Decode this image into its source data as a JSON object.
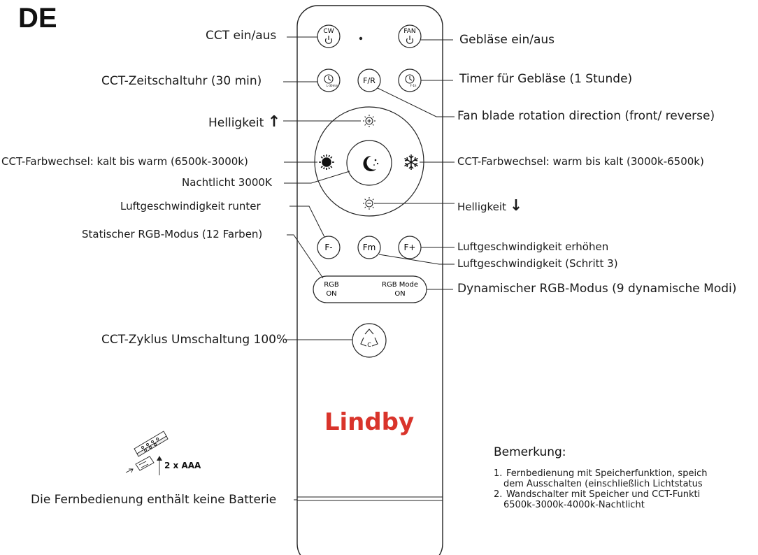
{
  "page_title": "DE",
  "labels": {
    "cct_onoff": "CCT ein/aus",
    "fan_onoff": "Gebläse ein/aus",
    "cct_timer": "CCT-Zeitschaltuhr (30 min)",
    "fan_timer": "Timer für Gebläse (1 Stunde)",
    "fan_direction": "Fan  blade rotation direction (front/ reverse)",
    "brightness_up": "Helligkeit",
    "cold_to_warm": "CCT-Farbwechsel: kalt bis warm (6500k-3000k)",
    "warm_to_cold": "CCT-Farbwechsel: warm bis kalt (3000k-6500k)",
    "night_light": "Nachtlicht 3000K",
    "brightness_down": "Helligkeit",
    "fan_speed_down": "Luftgeschwindigkeit runter",
    "static_rgb": "Statischer RGB-Modus (12 Farben)",
    "fan_speed_up": "Luftgeschwindigkeit erhöhen",
    "fan_speed_step": "Luftgeschwindigkeit (Schritt 3)",
    "dynamic_rgb": "Dynamischer RGB-Modus (9 dynamische Modi)",
    "cct_cycle": "CCT-Zyklus Umschaltung 100%",
    "no_battery": "Die Fernbedienung enthält keine Batterie"
  },
  "arrows": {
    "up": "↑",
    "down": "↓"
  },
  "buttons": {
    "cw": "CW",
    "fan": "FAN",
    "fr": "F/R",
    "timer_cct": "L-30min",
    "timer_fan": "F-1h",
    "f_minus": "F-",
    "fm": "Fm",
    "f_plus": "F+",
    "rgb_on_line1": "RGB",
    "rgb_on_line2": "ON",
    "rgb_mode_line1": "RGB Mode",
    "rgb_mode_line2": "ON",
    "cycle_letter": "C"
  },
  "brand": {
    "name": "Lindby",
    "color": "#d9342b"
  },
  "battery": {
    "label": "2 x AAA"
  },
  "remarks": {
    "heading": "Bemerkung:",
    "items": [
      {
        "num": "1.",
        "line1": "Fernbedienung mit Speicherfunktion, speich",
        "line2": "dem Ausschalten (einschließlich Lichtstatus"
      },
      {
        "num": "2.",
        "line1": "Wandschalter mit Speicher und CCT-Funkti",
        "line2": "6500k-3000k-4000k-Nachtlicht"
      }
    ]
  },
  "icons": {
    "power": "power-icon",
    "timer": "timer-icon",
    "brightness_up": "sun-plus-icon",
    "brightness_down": "sun-minus-icon",
    "warm": "warm-sun-icon",
    "cold": "snowflake-icon",
    "night": "moon-icon",
    "cycle": "recycle-icon",
    "battery": "battery-icon"
  }
}
